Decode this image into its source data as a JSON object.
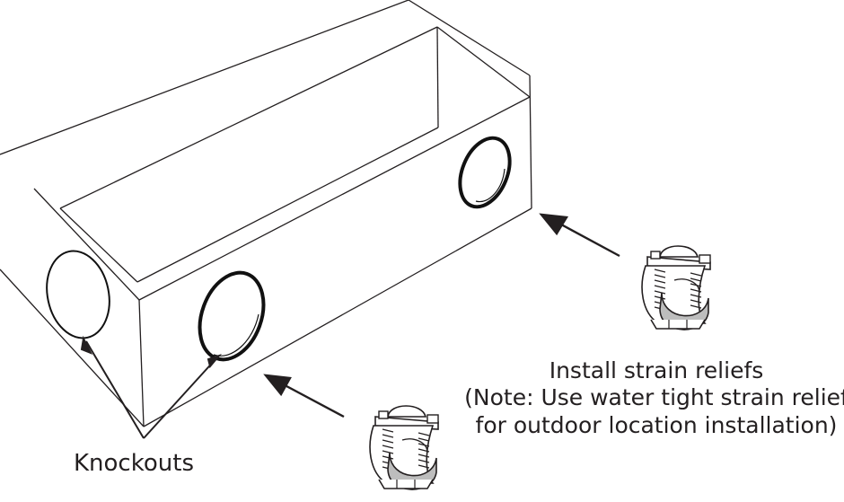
{
  "labels": {
    "knockouts": "Knockouts",
    "strain_title": "Install strain reliefs",
    "strain_note_line1": "(Note: Use water tight strain relief",
    "strain_note_line2": "for outdoor location installation)"
  },
  "colors": {
    "line": "#231f20",
    "background": "#ffffff",
    "relief_shading": "#bdbdbd"
  },
  "icons": [
    "strain-relief-connector-icon",
    "strain-relief-connector-icon"
  ]
}
